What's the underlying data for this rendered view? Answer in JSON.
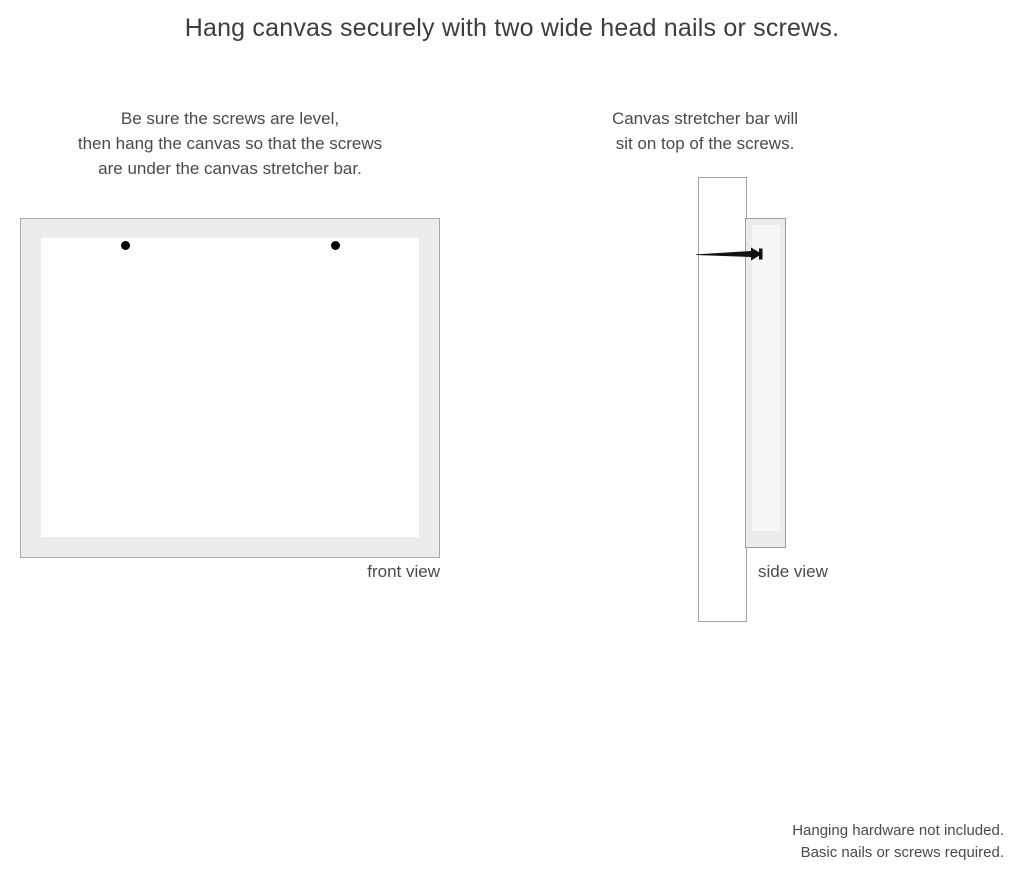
{
  "headline": "Hang canvas securely with two wide head nails or screws.",
  "captions": {
    "front": "Be sure the screws are level,\nthen hang the canvas so that the screws\nare under the canvas stretcher bar.",
    "side": "Canvas stretcher bar will\nsit on top of the screws."
  },
  "diagrams": {
    "front": {
      "label": "front view",
      "frame_color": "#ececec",
      "border_color": "#a9a9a9",
      "inner_color": "#ffffff",
      "screws": [
        {
          "name": "screw-dot-left",
          "color": "#000000"
        },
        {
          "name": "screw-dot-right",
          "color": "#000000"
        }
      ]
    },
    "side": {
      "label": "side view",
      "wall_color": "#ffffff",
      "wall_border_color": "#a3a3a3",
      "canvas_color": "#ececec",
      "canvas_border_color": "#9e9e9e",
      "nail_color": "#111111",
      "nail_name": "nail-with-wide-head"
    }
  },
  "footnote": "Hanging hardware not included.\nBasic nails or screws required."
}
